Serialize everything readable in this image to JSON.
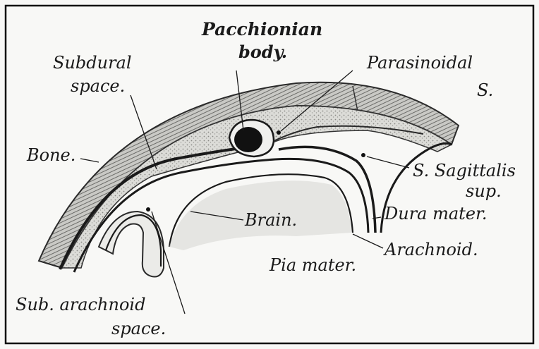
{
  "diagram": {
    "labels": {
      "pacchionian": "Pacchionian",
      "body": "body.",
      "subdural_1": "Subdural",
      "subdural_2": "space.",
      "parasinoidal_1": "Parasinoidal",
      "parasinoidal_2": "S.",
      "bone": "Bone.",
      "sagittalis_1": "S. Sagittalis",
      "sagittalis_2": "sup.",
      "brain": "Brain.",
      "dura": "Dura mater.",
      "arachnoid": "Arachnoid.",
      "pia": "Pia mater.",
      "subarachnoid_1": "Sub. arachnoid",
      "subarachnoid_2": "space."
    }
  }
}
